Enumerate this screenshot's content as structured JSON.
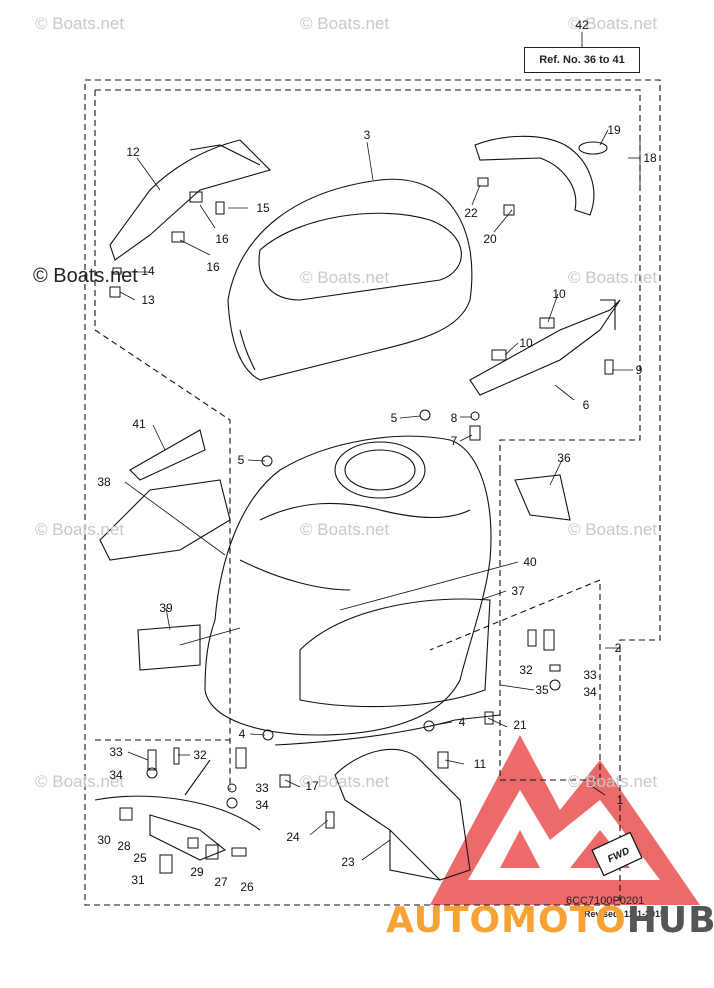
{
  "watermark": "© Boats.net",
  "ref_box": "Ref. No. 36 to 41",
  "callouts": [
    "42",
    "3",
    "12",
    "19",
    "18",
    "15",
    "22",
    "16",
    "20",
    "16",
    "14",
    "13",
    "10",
    "10",
    "9",
    "6",
    "5",
    "8",
    "7",
    "41",
    "5",
    "36",
    "38",
    "40",
    "39",
    "37",
    "2",
    "32",
    "33",
    "34",
    "35",
    "4",
    "21",
    "33",
    "32",
    "4",
    "34",
    "33",
    "11",
    "17",
    "34",
    "1",
    "30",
    "28",
    "25",
    "24",
    "23",
    "29",
    "27",
    "26",
    "31"
  ],
  "fwd_label": "FWD",
  "drawing_code": "6CC7100P0201",
  "revised": "Revised: 12-1-2015",
  "brand": {
    "part1": "AUTOMOTO",
    "part2": "HUB"
  },
  "colors": {
    "line": "#111111",
    "watermark": "#c8c8c8",
    "brand_orange": "#f7a234",
    "brand_gray": "#555555",
    "warning_red": "#e8393a"
  }
}
